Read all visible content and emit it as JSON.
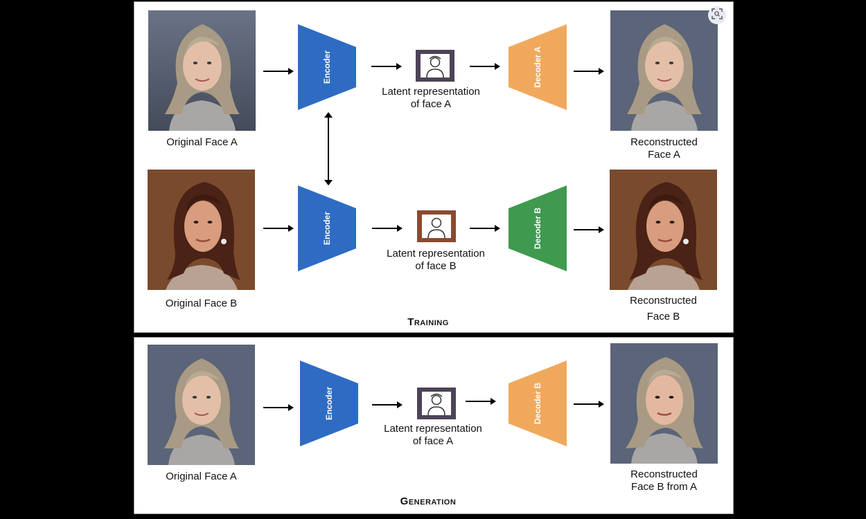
{
  "sections": {
    "training": "Training",
    "generation": "Generation"
  },
  "labels": {
    "original_face_a": "Original Face A",
    "original_face_b": "Original Face B",
    "original_face_a_gen": "Original Face A",
    "reconstructed_a_line1": "Reconstructed",
    "reconstructed_a_line2": "Face A",
    "reconstructed_b_line1": "Reconstructed",
    "reconstructed_b_line2": "Face B",
    "reconstructed_gen_line1": "Reconstructed",
    "reconstructed_gen_line2": "Face B from A",
    "latent_a_line1": "Latent representation",
    "latent_a_line2": "of face A",
    "latent_b_line1": "Latent representation",
    "latent_b_line2": "of face B",
    "latent_gen_line1": "Latent representation",
    "latent_gen_line2": "of face A"
  },
  "blocks": {
    "encoder_a": "Encoder",
    "encoder_b": "Encoder",
    "encoder_gen": "Encoder",
    "decoder_a": "Decoder A",
    "decoder_b": "Decoder B",
    "decoder_gen": "Decoder B"
  },
  "colors": {
    "encoder": "#2e6cc4",
    "decoder_a": "#f0a95c",
    "decoder_b": "#3f9a4f",
    "latent_a_frame": "#4d4356",
    "latent_b_frame": "#8a4a30",
    "face_a_bg": "#5b6478",
    "face_a_hair": "#a89a84",
    "face_a_skin": "#e3bfa8",
    "face_a_top": "#a9a7a6",
    "face_b_bg": "#7a4a2c",
    "face_b_hair": "#4a2216",
    "face_b_skin": "#d89c7e",
    "face_b_top": "#b7a294"
  },
  "icons": {
    "zoom": "zoom-scan-icon"
  }
}
